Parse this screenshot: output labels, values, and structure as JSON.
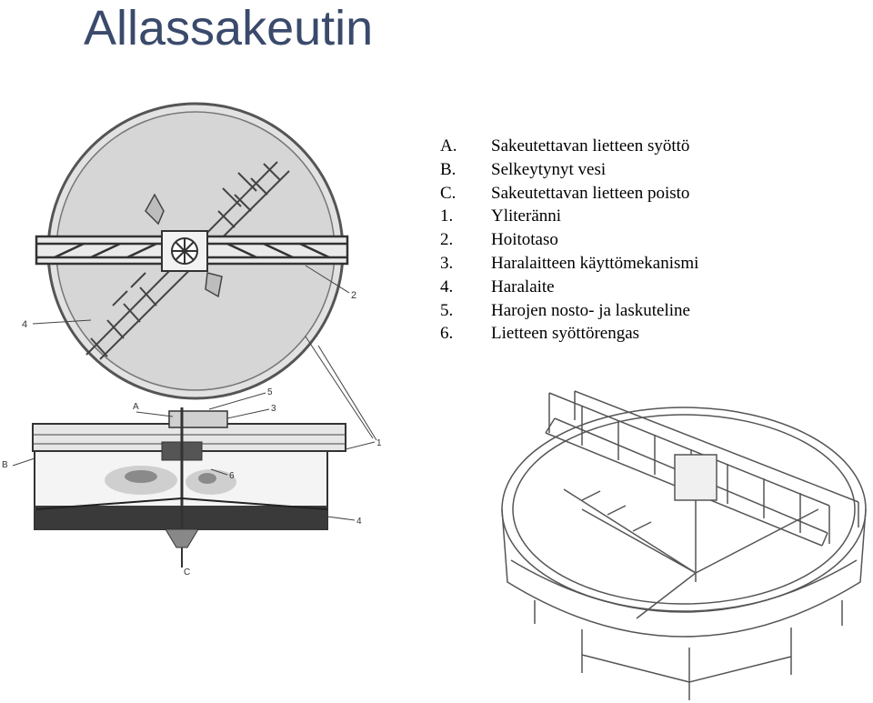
{
  "title": "Allassakeutin",
  "legend": [
    {
      "key": "A.",
      "text": "Sakeutettavan lietteen syöttö"
    },
    {
      "key": "B.",
      "text": "Selkeytynyt vesi"
    },
    {
      "key": "C.",
      "text": "Sakeutettavan lietteen poisto"
    },
    {
      "key": "1.",
      "text": "Yliteränni"
    },
    {
      "key": "2.",
      "text": "Hoitotaso"
    },
    {
      "key": "3.",
      "text": "Haralaitteen käyttömekanismi"
    },
    {
      "key": "4.",
      "text": "Haralaite"
    },
    {
      "key": "5.",
      "text": "Harojen nosto- ja laskuteline"
    },
    {
      "key": "6.",
      "text": "Lietteen syöttörengas"
    }
  ],
  "callouts": {
    "top_view": [
      "2",
      "4"
    ],
    "section_view": [
      "A",
      "5",
      "3",
      "1",
      "B",
      "6",
      "4",
      "C"
    ]
  },
  "colors": {
    "title": "#3a4a6b",
    "drawing": "#555555",
    "fill_gray": "#d8d8d8",
    "dark_fill": "#3a3a3a"
  }
}
